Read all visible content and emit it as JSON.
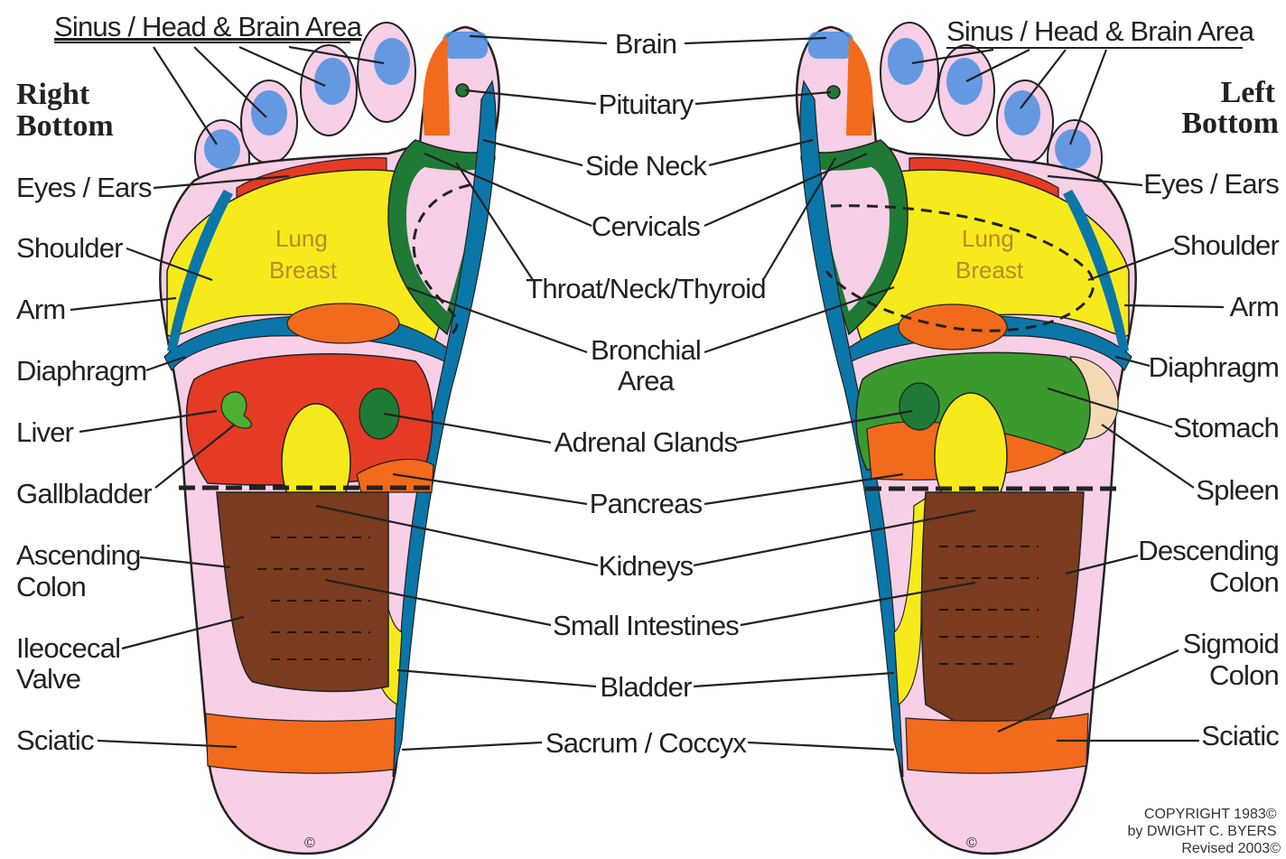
{
  "titles": {
    "right": [
      "Right",
      "Bottom"
    ],
    "left": [
      "Left",
      "Bottom"
    ]
  },
  "sinus_label": "Sinus / Head & Brain Area",
  "left_labels": {
    "eyes_ears": "Eyes / Ears",
    "shoulder": "Shoulder",
    "arm": "Arm",
    "diaphragm": "Diaphragm",
    "liver": "Liver",
    "gallbladder": "Gallbladder",
    "ascending_colon": [
      "Ascending",
      "Colon"
    ],
    "ileocecal_valve": [
      "Ileocecal",
      "Valve"
    ],
    "sciatic": "Sciatic"
  },
  "center_labels": {
    "brain": "Brain",
    "pituitary": "Pituitary",
    "side_neck": "Side Neck",
    "cervicals": "Cervicals",
    "throat": "Throat/Neck/Thyroid",
    "bronchial": [
      "Bronchial",
      "Area"
    ],
    "adrenal": "Adrenal Glands",
    "pancreas": "Pancreas",
    "kidneys": "Kidneys",
    "small_intestines": "Small Intestines",
    "bladder": "Bladder",
    "sacrum": "Sacrum / Coccyx"
  },
  "right_labels": {
    "eyes_ears": "Eyes / Ears",
    "shoulder": "Shoulder",
    "arm": "Arm",
    "diaphragm": "Diaphragm",
    "stomach": "Stomach",
    "spleen": "Spleen",
    "descending_colon": [
      "Descending",
      "Colon"
    ],
    "sigmoid_colon": [
      "Sigmoid",
      "Colon"
    ],
    "sciatic": "Sciatic"
  },
  "zone_text": {
    "lung_breast": [
      "Lung",
      "Breast"
    ],
    "copyright_mark": "©"
  },
  "copyright": [
    "COPYRIGHT 1983©",
    "by DWIGHT C. BYERS",
    "Revised 2003©"
  ],
  "colors": {
    "foot_skin": "#f7cfe6",
    "lung_yellow": "#f7ea1c",
    "liver_red": "#e53a23",
    "intestine_brown": "#7a3b1e",
    "spine_blue": "#0b76a8",
    "neck_green": "#1f7a35",
    "orange": "#f26a1b",
    "sinus_blue": "#4a8fe0"
  }
}
